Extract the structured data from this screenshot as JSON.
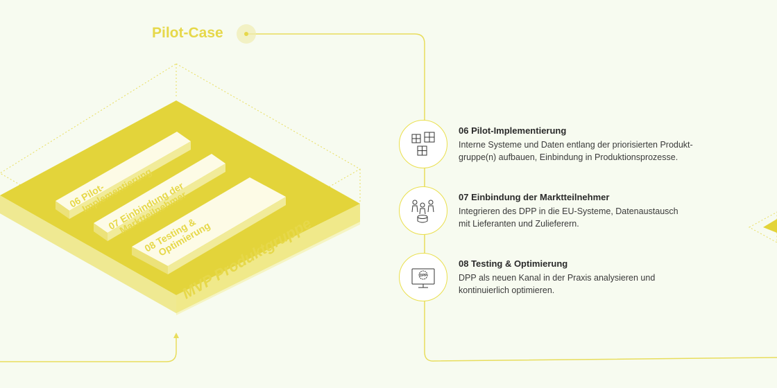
{
  "section": {
    "title": "Pilot-Case"
  },
  "platform": {
    "label": "MVP Produktgruppe",
    "blocks": [
      {
        "line1": "06 Pilot-",
        "line2": "Implementierung"
      },
      {
        "line1": "07 Einbindung der",
        "line2": "Marktteilnehmer"
      },
      {
        "line1": "08 Testing &",
        "line2": "Optimierung"
      }
    ]
  },
  "steps": [
    {
      "title": "06 Pilot-Implementierung",
      "desc_line1": "Interne Systeme und Daten entlang der priorisierten Produkt-",
      "desc_line2": "gruppe(n) aufbauen, Einbindung in Produktionsprozesse.",
      "icon": "cubes-icon"
    },
    {
      "title": "07 Einbindung der Marktteilnehmer",
      "desc_line1": "Integrieren des DPP in die EU-Systeme, Datenaustausch",
      "desc_line2": "mit Lieferanten und Zulieferern.",
      "icon": "people-group-icon"
    },
    {
      "title": "08 Testing & Optimierung",
      "desc_line1": "DPP als neuen Kanal in der Praxis analysieren und",
      "desc_line2": "kontinuierlich optimieren.",
      "icon": "monitor-gear-icon"
    }
  ],
  "icon_badge_text": "DPP",
  "colors": {
    "accent": "#e6d84a",
    "accent_dark": "#e3d43a",
    "accent_light": "#f3ec9a",
    "line": "#e8dd5c",
    "background": "#f7fbf0"
  }
}
